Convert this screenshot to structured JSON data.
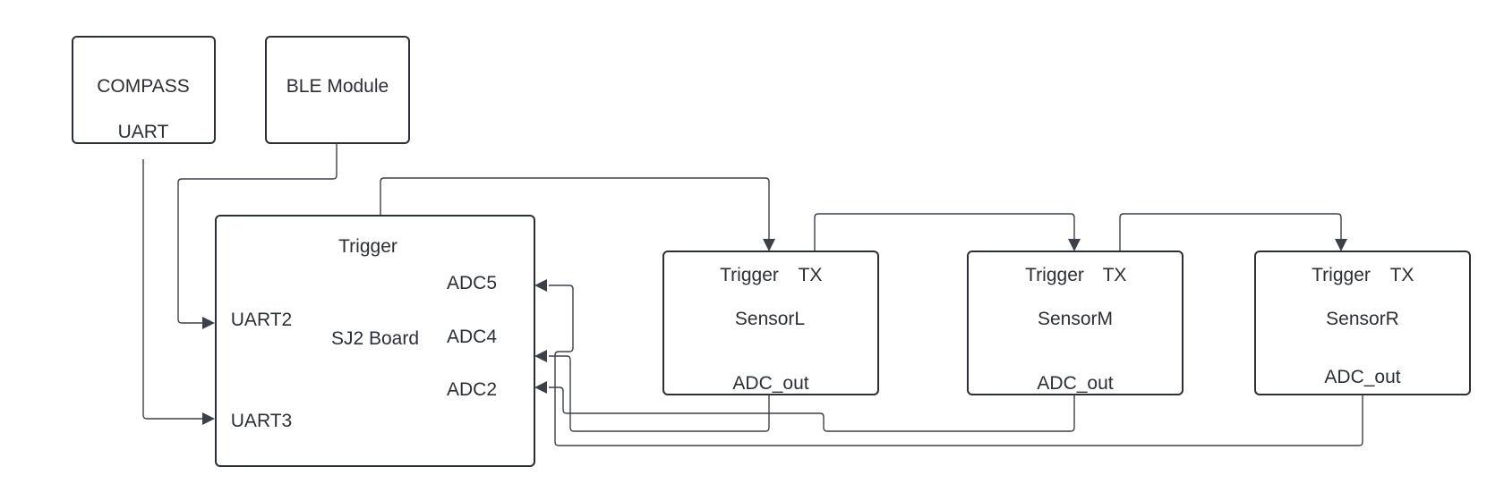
{
  "diagram": {
    "compass": {
      "line1": "COMPASS",
      "line2": "UART"
    },
    "ble": {
      "label": "BLE Module"
    },
    "sj2": {
      "trigger": "Trigger",
      "uart2": "UART2",
      "uart3": "UART3",
      "title": "SJ2 Board",
      "adc5": "ADC5",
      "adc4": "ADC4",
      "adc2": "ADC2"
    },
    "sensors": [
      {
        "trigger": "Trigger",
        "tx": "TX",
        "name": "SensorL",
        "adc": "ADC_out"
      },
      {
        "trigger": "Trigger",
        "tx": "TX",
        "name": "SensorM",
        "adc": "ADC_out"
      },
      {
        "trigger": "Trigger",
        "tx": "TX",
        "name": "SensorR",
        "adc": "ADC_out"
      }
    ]
  },
  "colors": {
    "stroke": "#2b2f36",
    "wire": "#3c4048",
    "background": "#ffffff"
  }
}
